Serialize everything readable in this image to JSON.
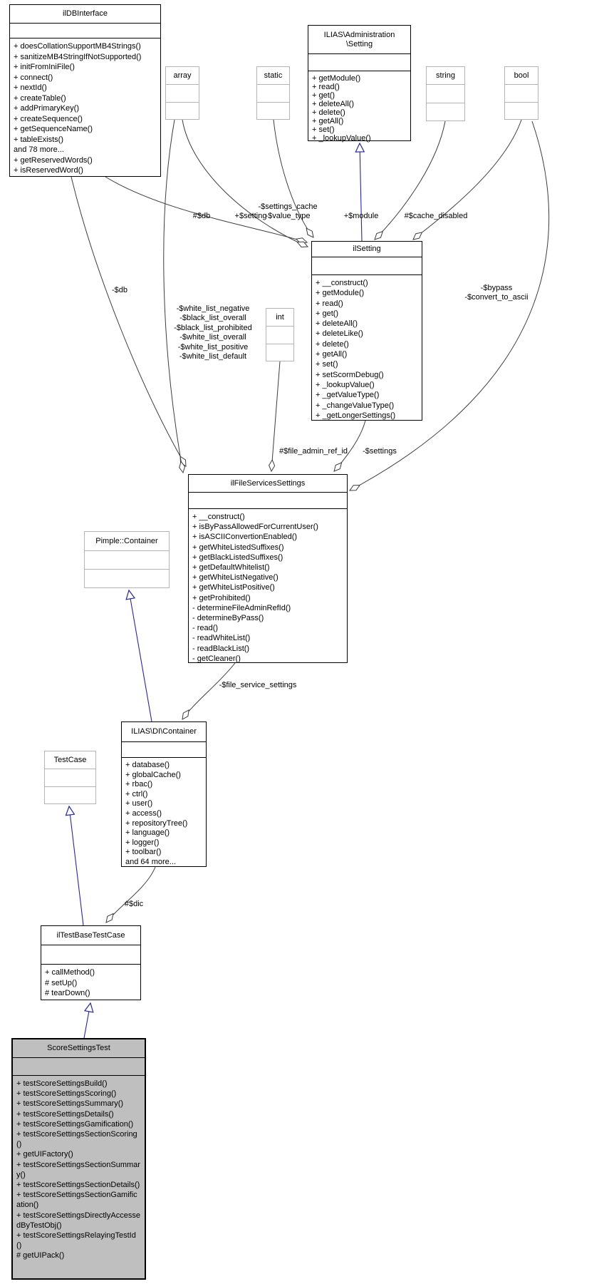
{
  "diagram": {
    "type": "uml-collaboration-diagram",
    "focus_class": "ScoreSettingsTest",
    "colors": {
      "background": "#ffffff",
      "inheritance_edge": "#282899",
      "aggregation_edge": "#3d3d3d",
      "documented_border": "#000000",
      "undocumented_border": "#b4b4b4",
      "focus_fill": "#bfbfbf"
    },
    "classes": [
      {
        "id": "ilDBInterface",
        "title": [
          "ilDBInterface"
        ],
        "members": [
          "+ doesCollationSupportMB4Strings()",
          "+ sanitizeMB4StringIfNotSupported()",
          "+ initFromIniFile()",
          "+ connect()",
          "+ nextId()",
          "+ createTable()",
          "+ addPrimaryKey()",
          "+ createSequence()",
          "+ getSequenceName()",
          "+ tableExists()",
          "and 78 more...",
          "+ getReservedWords()",
          "+ isReservedWord()"
        ]
      },
      {
        "id": "array",
        "title": [
          "array"
        ],
        "members": []
      },
      {
        "id": "static",
        "title": [
          "static"
        ],
        "members": []
      },
      {
        "id": "AdminSetting",
        "title": [
          "ILIAS\\Administration",
          "\\Setting"
        ],
        "members": [
          "+ getModule()",
          "+ read()",
          "+ get()",
          "+ deleteAll()",
          "+ delete()",
          "+ getAll()",
          "+ set()",
          "+ _lookupValue()"
        ]
      },
      {
        "id": "string",
        "title": [
          "string"
        ],
        "members": []
      },
      {
        "id": "bool",
        "title": [
          "bool"
        ],
        "members": []
      },
      {
        "id": "ilSetting",
        "title": [
          "ilSetting"
        ],
        "members": [
          "+ __construct()",
          "+ getModule()",
          "+ read()",
          "+ get()",
          "+ deleteAll()",
          "+ deleteLike()",
          "+ delete()",
          "+ getAll()",
          "+ set()",
          "+ setScormDebug()",
          "+ _lookupValue()",
          "+ _getValueType()",
          "+ _changeValueType()",
          "+ _getLongerSettings()"
        ]
      },
      {
        "id": "int",
        "title": [
          "int"
        ],
        "members": []
      },
      {
        "id": "ilFileServicesSettings",
        "title": [
          "ilFileServicesSettings"
        ],
        "members": [
          "+ __construct()",
          "+ isByPassAllowedForCurrentUser()",
          "+ isASCIIConvertionEnabled()",
          "+ getWhiteListedSuffixes()",
          "+ getBlackListedSuffixes()",
          "+ getDefaultWhitelist()",
          "+ getWhiteListNegative()",
          "+ getWhiteListPositive()",
          "+ getProhibited()",
          "- determineFileAdminRefId()",
          "- determineByPass()",
          "- read()",
          "- readWhiteList()",
          "- readBlackList()",
          "- getCleaner()"
        ]
      },
      {
        "id": "PimpleContainer",
        "title": [
          "Pimple::Container"
        ],
        "members": []
      },
      {
        "id": "DIContainer",
        "title": [
          "ILIAS\\DI\\Container"
        ],
        "members": [
          "+ database()",
          "+ globalCache()",
          "+ rbac()",
          "+ ctrl()",
          "+ user()",
          "+ access()",
          "+ repositoryTree()",
          "+ language()",
          "+ logger()",
          "+ toolbar()",
          "and 64 more..."
        ]
      },
      {
        "id": "TestCase",
        "title": [
          "TestCase"
        ],
        "members": []
      },
      {
        "id": "ilTestBaseTestCase",
        "title": [
          "ilTestBaseTestCase"
        ],
        "members": [
          "+ callMethod()",
          "# setUp()",
          "# tearDown()"
        ]
      },
      {
        "id": "ScoreSettingsTest",
        "title": [
          "ScoreSettingsTest"
        ],
        "members": [
          "+ testScoreSettingsBuild()",
          "+ testScoreSettingsScoring()",
          "+ testScoreSettingsSummary()",
          "+ testScoreSettingsDetails()",
          "+ testScoreSettingsGamification()",
          "+ testScoreSettingsSectionScoring()",
          "+ getUIFactory()",
          "+ testScoreSettingsSectionSummary()",
          "+ testScoreSettingsSectionDetails()",
          "+ testScoreSettingsSectionGamification()",
          "+ testScoreSettingsDirectlyAccessedByTestObj()",
          "+ testScoreSettingsRelayingTestId()",
          "# getUIPack()"
        ]
      }
    ],
    "edge_labels": [
      {
        "id": "db-setting",
        "lines": [
          "#$db"
        ]
      },
      {
        "id": "setting",
        "lines": [
          "+$setting"
        ]
      },
      {
        "id": "settings-cache",
        "lines": [
          "-$settings_cache",
          "-$value_type"
        ]
      },
      {
        "id": "module",
        "lines": [
          "+$module"
        ]
      },
      {
        "id": "cache-disabled",
        "lines": [
          "#$cache_disabled"
        ]
      },
      {
        "id": "db-fss",
        "lines": [
          "-$db"
        ]
      },
      {
        "id": "white-lists",
        "lines": [
          "-$white_list_negative",
          "-$black_list_overall",
          "-$black_list_prohibited",
          "-$white_list_overall",
          "-$white_list_positive",
          "-$white_list_default"
        ]
      },
      {
        "id": "bypass",
        "lines": [
          "-$bypass",
          "-$convert_to_ascii"
        ]
      },
      {
        "id": "file-admin-ref-id",
        "lines": [
          "#$file_admin_ref_id"
        ]
      },
      {
        "id": "settings-member",
        "lines": [
          "-$settings"
        ]
      },
      {
        "id": "file-service-settings",
        "lines": [
          "-$file_service_settings"
        ]
      },
      {
        "id": "dic",
        "lines": [
          "#$dic"
        ]
      }
    ]
  }
}
